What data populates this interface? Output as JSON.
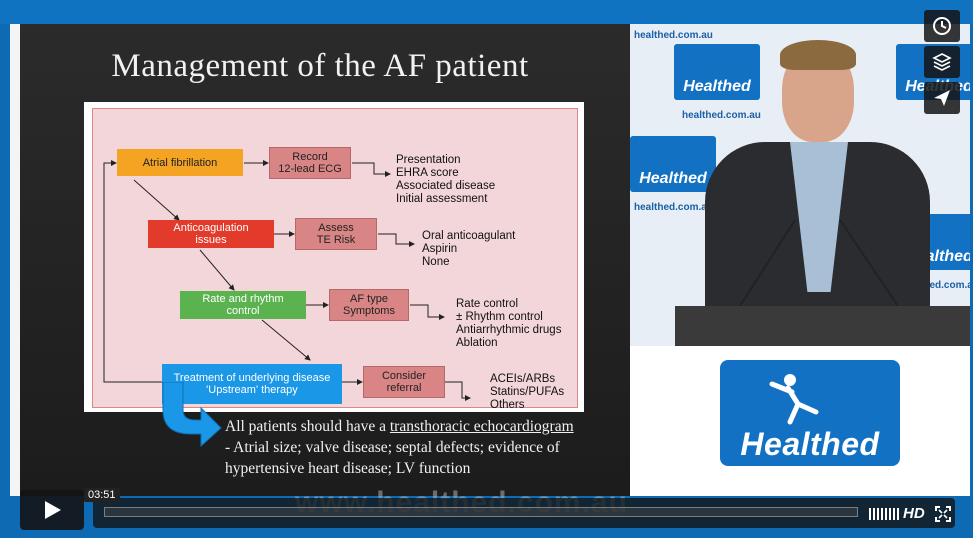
{
  "slide": {
    "title": "Management of the AF patient",
    "boxes": {
      "af": "Atrial fibrillation",
      "record_1": "Record",
      "record_2": "12-lead ECG",
      "anticoag_1": "Anticoagulation",
      "anticoag_2": "issues",
      "assess_1": "Assess",
      "assess_2": "TE Risk",
      "rate_1": "Rate and rhythm",
      "rate_2": "control",
      "aftype_1": "AF type",
      "aftype_2": "Symptoms",
      "treat_1": "Treatment of underlying disease",
      "treat_2": "'Upstream' therapy",
      "consider_1": "Consider",
      "consider_2": "referral"
    },
    "lists": {
      "record": [
        "Presentation",
        "EHRA score",
        "Associated disease",
        "Initial assessment"
      ],
      "assess": [
        "Oral anticoagulant",
        "Aspirin",
        "None"
      ],
      "aftype": [
        "Rate control",
        "± Rhythm control",
        "Antiarrhythmic drugs",
        "Ablation"
      ],
      "consider": [
        "ACEIs/ARBs",
        "Statins/PUFAs",
        "Others"
      ]
    },
    "note_prefix": "All patients should have a ",
    "note_link": "transthoracic echocardiogram",
    "note_line2": "- Atrial size; valve disease; septal defects; evidence of",
    "note_line3": "hypertensive heart disease; LV function"
  },
  "video": {
    "backdrop_brand": "Healthed",
    "backdrop_site": "healthed.com.au",
    "logo_text": "Healthed"
  },
  "player": {
    "timecode": "03:51",
    "watermark": "www.healthed.com.au",
    "hd_label": "HD",
    "progress": 0.0
  },
  "icons": {
    "side": [
      "clock-icon",
      "layers-icon",
      "send-icon"
    ],
    "play": "play-icon",
    "volume": "volume-icon",
    "fullscreen": "fullscreen-icon"
  }
}
